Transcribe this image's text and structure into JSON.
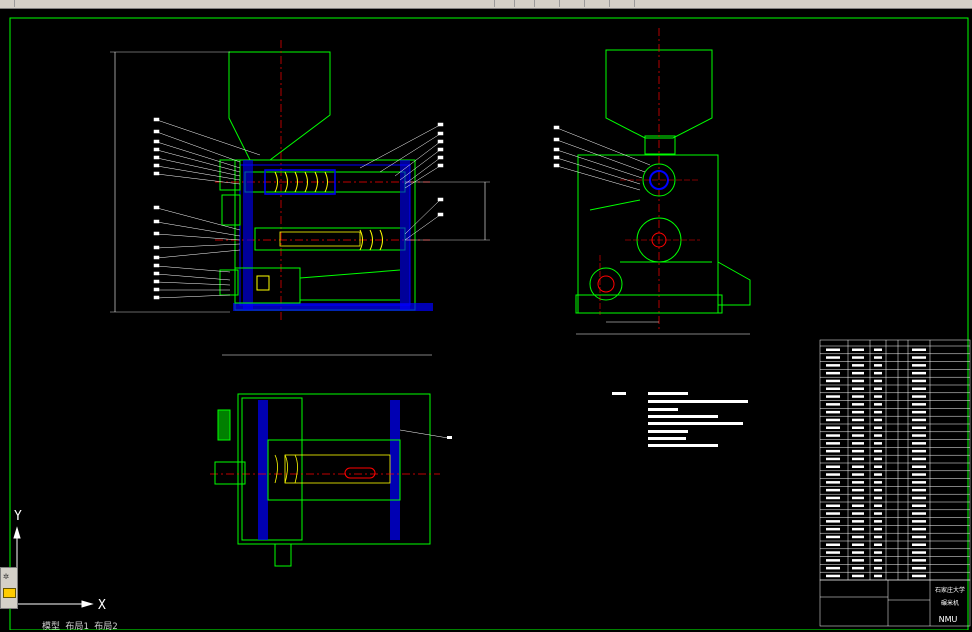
{
  "app": {
    "name": "CAD drawing viewer"
  },
  "ucs": {
    "x_label": "X",
    "y_label": "Y"
  },
  "status": {
    "tabs_text": "模型 布局1 布局2"
  },
  "colors": {
    "background": "#000000",
    "outline": "#00ff00",
    "section": "#0000ff",
    "center": "#ff0000",
    "dim": "#ffffff",
    "hatch": "#00ffff",
    "accent": "#ffff00"
  },
  "title_block": {
    "university": "石家庄大学",
    "logo": "NMU",
    "drawing_name": "碾米机"
  }
}
